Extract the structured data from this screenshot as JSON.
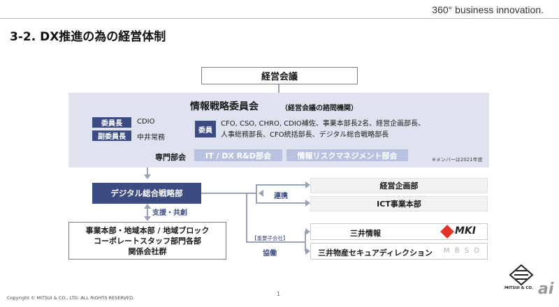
{
  "header": {
    "tagline": "360° business innovation.",
    "title": "3-2. DX推進の為の経営体制"
  },
  "chart": {
    "board": "経営会議",
    "committee": {
      "title": "情報戦略委員会",
      "subtitle": "（経営会議の諮問機関）",
      "chair_label": "委員長",
      "chair_value": "CDIO",
      "vice_label": "副委員長",
      "vice_value": "中井常務",
      "members_label": "委員",
      "members_line1": "CFO, CSO, CHRO, CDIO補佐、事業本部長2名、経営企画部長、",
      "members_line2": "人事総務部長、CFO統括部長、デジタル総合戦略部長",
      "dept_label": "専門部会",
      "dept1": "IT / DX R&D部会",
      "dept2": "情報リスクマネジメント部会",
      "note": "※メンバーは2021年度"
    },
    "digital_dept": "デジタル総合戦略部",
    "support_label": "支援・共創",
    "business_units_line1": "事業本部・地域本部 / 地域ブロック",
    "business_units_line2": "コーポレートスタッフ部門各部",
    "business_units_line3": "関係会社群",
    "collab_label": "連携",
    "planning": "経営企画部",
    "ict": "ICT事業本部",
    "key_subs_label": "【重要子会社】",
    "cooperation_label": "協働",
    "mki": "三井情報",
    "mki_logo_text": "MKI",
    "msd": "三井物産セキュアディレクション",
    "msd_logo_text": "M B S D"
  },
  "footer": {
    "copyright": "Copyright © MITSUI & CO., LTD. ALL RIGHTS RESERVED.",
    "page": "1",
    "logo_text": "MITSUI & CO.",
    "watermark": "ai"
  }
}
